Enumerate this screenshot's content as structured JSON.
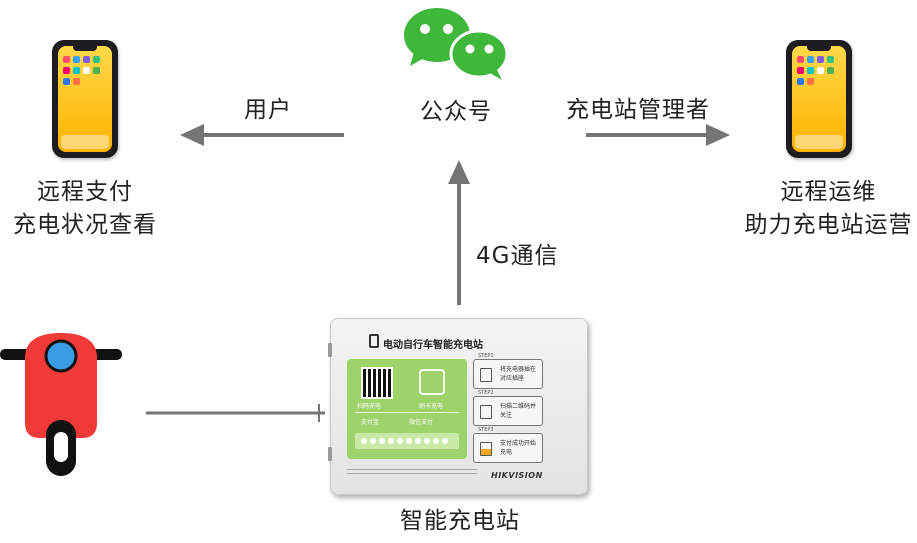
{
  "center": {
    "label": "公众号",
    "icon": "wechat-icon"
  },
  "left": {
    "arrow_label": "用户",
    "caption_line1": "远程支付",
    "caption_line2": "充电状况查看",
    "icon": "smartphone-icon"
  },
  "right": {
    "arrow_label": "充电站管理者",
    "caption_line1": "远程运维",
    "caption_line2": "助力充电站运营",
    "icon": "smartphone-icon"
  },
  "up_arrow_label": "4G通信",
  "scooter": {
    "icon": "electric-scooter-icon"
  },
  "station": {
    "caption": "智能充电站",
    "device_title": "电动自行车智能充电站",
    "brand": "HIKVISION",
    "panel": {
      "qr_label": "扫码充电",
      "card_label": "刷卡充电",
      "pay1": "支付宝",
      "pay2": "微信支付"
    },
    "steps": [
      {
        "label": "STEP1",
        "text": "将充电器插在对应插座"
      },
      {
        "label": "STEP2",
        "text": "扫描二维码并关注"
      },
      {
        "label": "STEP3",
        "text": "支付成功开始充电"
      }
    ]
  },
  "colors": {
    "wechat_green": "#3fb73b",
    "arrow_gray": "#757575",
    "scooter_red": "#f03a37",
    "scooter_blue": "#3a9de4",
    "panel_green": "#9ed36b",
    "phone_yellow": "#ffc21a"
  }
}
